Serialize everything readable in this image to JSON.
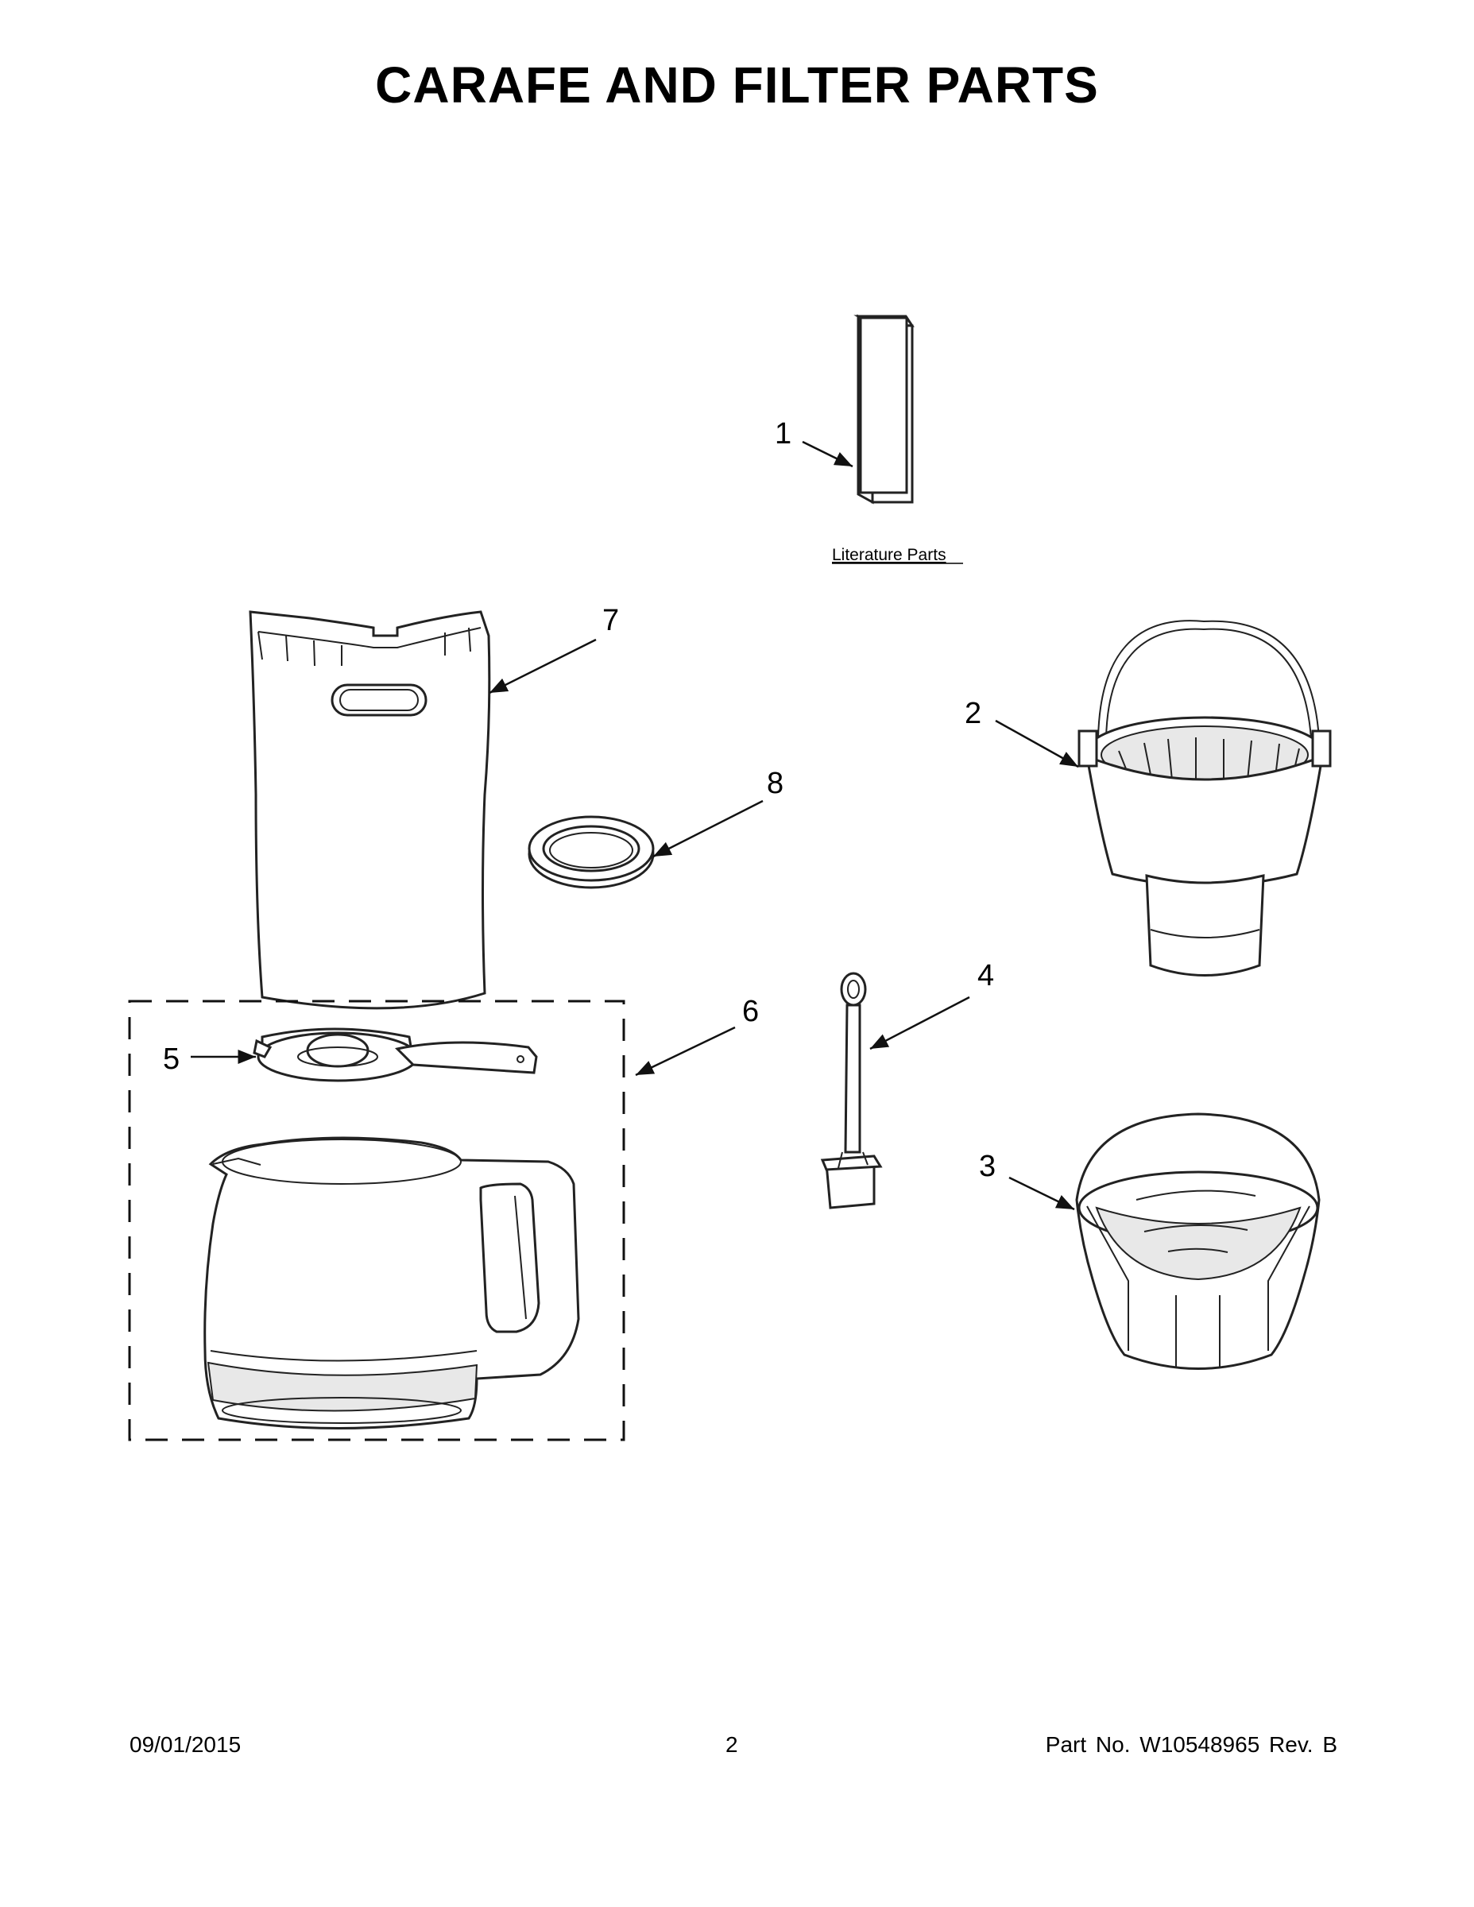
{
  "title": "CARAFE AND FILTER PARTS",
  "labels": {
    "literature_parts": "Literature Parts"
  },
  "callouts": [
    {
      "id": "1",
      "part": "literature"
    },
    {
      "id": "2",
      "part": "brew-basket"
    },
    {
      "id": "3",
      "part": "filter-basket"
    },
    {
      "id": "4",
      "part": "shower-head-tool"
    },
    {
      "id": "5",
      "part": "carafe-lid"
    },
    {
      "id": "6",
      "part": "carafe-assembly"
    },
    {
      "id": "7",
      "part": "carafe-sleeve"
    },
    {
      "id": "8",
      "part": "seal-ring"
    }
  ],
  "footer": {
    "date": "09/01/2015",
    "page": "2",
    "part_no": "Part No.  W10548965  Rev.  B"
  }
}
